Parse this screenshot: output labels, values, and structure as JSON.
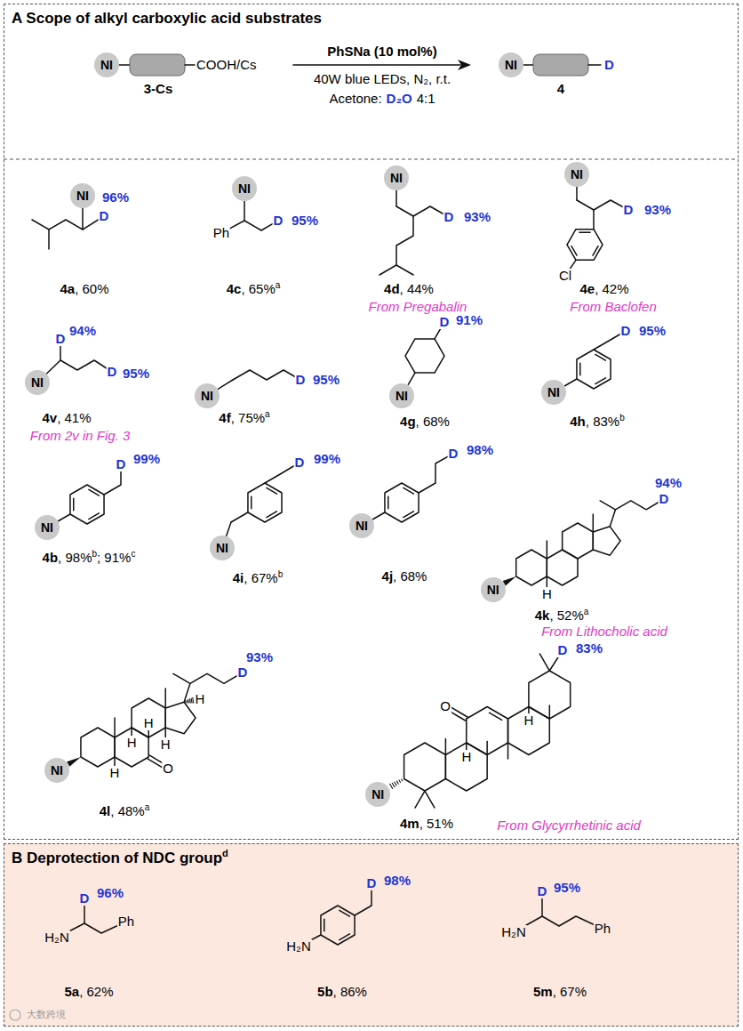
{
  "diagram": {
    "nodes": [
      {
        "text": [
          "A Scope of alkyl carboxylic acid substrates"
        ]
      },
      {
        "text": [
          "NI"
        ],
        "in": 0
      },
      {
        "text": [
          "NI"
        ],
        "in": 0
      },
      {
        "text": [
          "NI"
        ],
        "in": 0
      },
      {
        "text": [
          "NI"
        ],
        "in": 0
      },
      {
        "text": [
          "NI"
        ],
        "in": 0
      },
      {
        "text": [
          "NI"
        ],
        "in": 0
      },
      {
        "text": [
          "NI"
        ],
        "in": 0
      },
      {
        "text": [
          "NI"
        ],
        "in": 0
      },
      {
        "text": [
          "NI"
        ],
        "in": 0
      },
      {
        "text": [
          "NI"
        ],
        "in": 0
      },
      {
        "text": [
          "NI"
        ],
        "in": 0
      },
      {
        "text": [
          "NI"
        ],
        "in": 0
      },
      {
        "text": [
          "NI"
        ],
        "in": 0
      },
      {
        "text": [
          "NI"
        ],
        "in": 0
      },
      {
        "text": [
          "NI"
        ],
        "in": 0
      },
      {
        "text": [
          "NI"
        ],
        "in": 0
      },
      {
        "text": [
          "B Deprotection of NDC group",
          "d"
        ]
      }
    ],
    "labels": [
      "COOH/Cs",
      "3-Cs",
      "PhSNa (10 mol%)",
      "40W blue LEDs, N₂, r.t.",
      "Acetone:",
      "D₂O",
      "4:1",
      "D",
      "4",
      "D",
      "96%",
      "4a",
      ", 60%",
      "Ph",
      "D",
      "95%",
      "4c",
      ", 65%",
      "a",
      "D",
      "93%",
      "4d",
      ", 44%",
      "From Pregabalin",
      "Cl",
      "D",
      "93%",
      "4e",
      ", 42%",
      "From Baclofen",
      "D",
      "94%",
      "D",
      "95%",
      "4v",
      ", 41%",
      "From 2v in Fig. 3",
      "D",
      "95%",
      "4f",
      ", 75%",
      "a",
      "D",
      "91%",
      "4g",
      ", 68%",
      "D",
      "95%",
      "4h",
      ", 83%",
      "b",
      "D",
      "99%",
      "4b",
      ", 98%",
      "b",
      "; 91%",
      "c",
      "D",
      "99%",
      "4i",
      ", 67%",
      "b",
      "D",
      "98%",
      "4j",
      ", 68%",
      "94%",
      "D",
      "H",
      "4k",
      ", 52%",
      "a",
      "From Lithocholic acid",
      "D",
      "93%",
      "H",
      "H",
      "H",
      "H",
      "H",
      "O",
      "4l",
      ", 48%",
      "a",
      "D",
      "83%",
      "O",
      "H",
      "H",
      "4m",
      ", 51%",
      "From Glycyrrhetinic acid",
      "D",
      "96%",
      "H₂N",
      "Ph",
      "5a",
      ", 62%",
      "D",
      "98%",
      "H₂N",
      "5b",
      ", 86%",
      "D",
      "95%",
      "H₂N",
      "Ph",
      "5m",
      ", 67%",
      "大数跨境"
    ]
  }
}
